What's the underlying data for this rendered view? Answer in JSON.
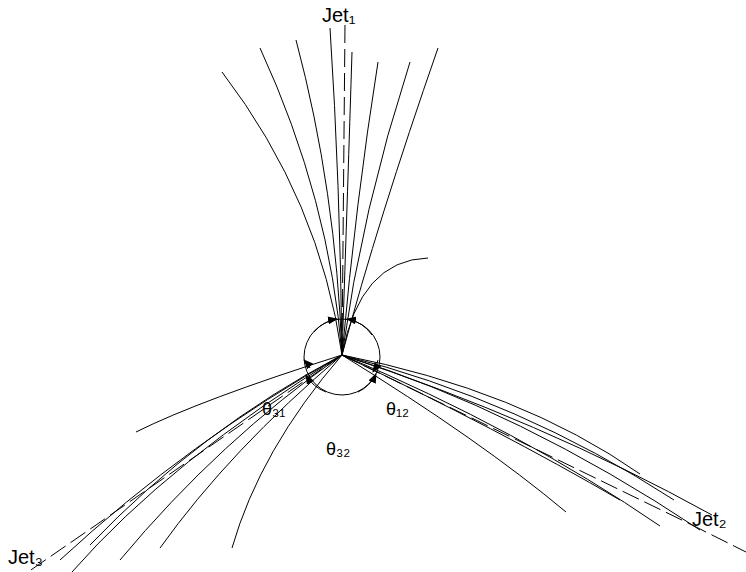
{
  "diagram": {
    "labels": [
      "Jet₁",
      "θ₃₁",
      "θ₁₂",
      "θ₃₂",
      "Jet₃",
      "Jet₂"
    ]
  }
}
